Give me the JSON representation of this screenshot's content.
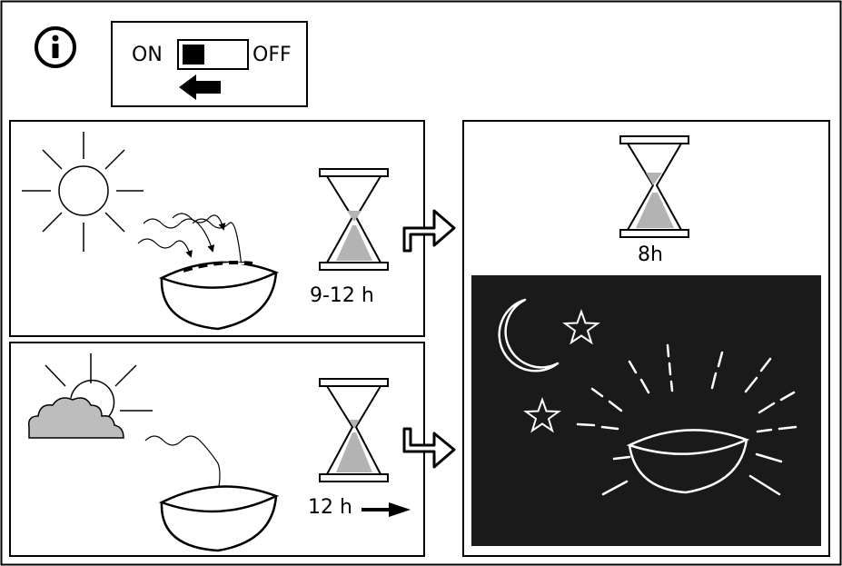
{
  "switch": {
    "on_label": "ON",
    "off_label": "OFF"
  },
  "sunny_panel": {
    "duration_label": "9-12 h"
  },
  "cloudy_panel": {
    "duration_label": "12 h"
  },
  "night_panel": {
    "duration_label": "8h"
  },
  "colors": {
    "line": "#000000",
    "sand": "#b3b3b3",
    "night_bg": "#1a1a1a",
    "cloud": "#bdbdbd",
    "white": "#ffffff"
  },
  "icons": [
    "info-icon",
    "switch-icon",
    "arrow-left-icon",
    "sun-icon",
    "hourglass-icon",
    "bowl-icon",
    "hollow-arrow-icon",
    "cloud-icon",
    "moon-icon",
    "star-icon",
    "arrow-right-icon"
  ]
}
